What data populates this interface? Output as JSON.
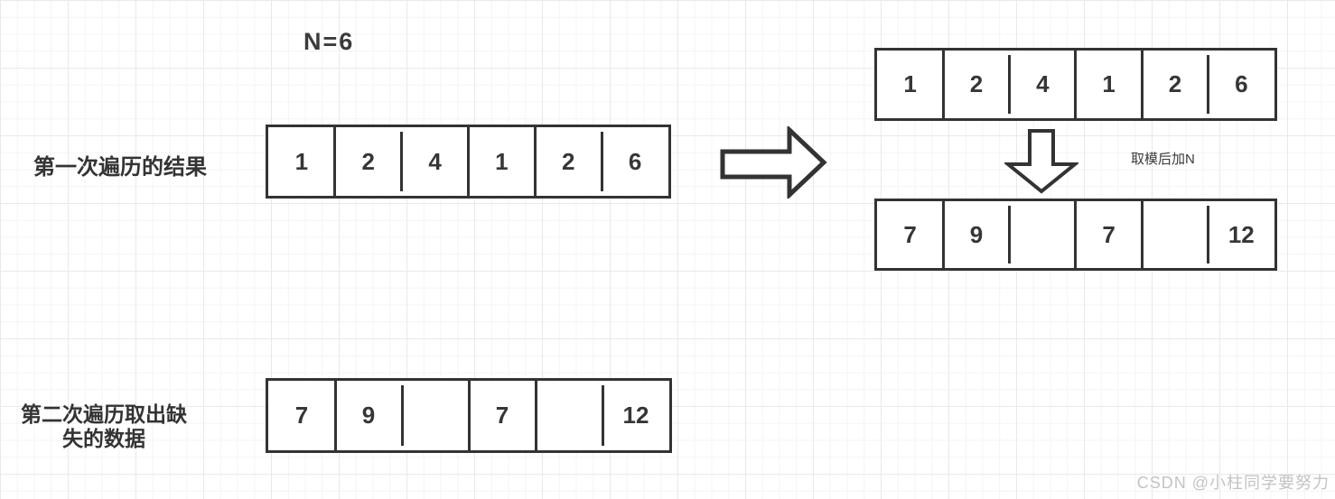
{
  "title": "N=6",
  "labels": {
    "first_pass": "第一次遍历的结果",
    "second_pass_line1": "第二次遍历取出缺",
    "second_pass_line2": "失的数据",
    "transform": "取模后加N"
  },
  "arrays": {
    "first_result": {
      "values": [
        "1",
        "2",
        "4",
        "1",
        "2",
        "6"
      ]
    },
    "top_right": {
      "values": [
        "1",
        "2",
        "4",
        "1",
        "2",
        "6"
      ]
    },
    "after_mod": {
      "values": [
        "7",
        "9",
        "",
        "7",
        "",
        "12"
      ]
    },
    "second_result": {
      "values": [
        "7",
        "9",
        "",
        "7",
        "",
        "12"
      ]
    }
  },
  "watermark": "CSDN @小柱同学要努力",
  "colors": {
    "stroke": "#333333",
    "grid_minor": "#f4f4f4",
    "grid_major": "#e9e9e9",
    "watermark": "#c3c3c3"
  }
}
